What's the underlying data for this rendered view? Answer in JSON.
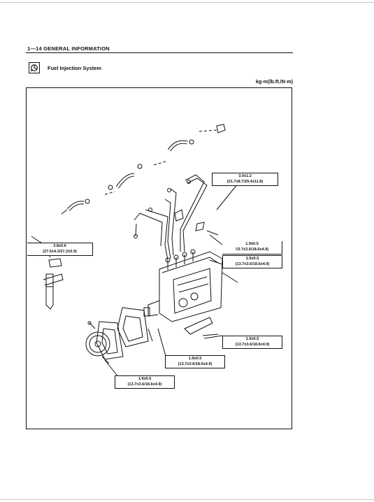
{
  "header": {
    "section_title": "1—14 GENERAL INFORMATION"
  },
  "section": {
    "icon": "wrench-icon",
    "heading": "Fuel Injection System",
    "units": "kg·m(lb.ft./N·m)"
  },
  "torque_specs": [
    {
      "value": "3.0±1.2",
      "converted": "(21.7±8.7/29.4±11.8)"
    },
    {
      "value": "3.8±0.6",
      "converted": "(27.5±4.3/37.2±5.9)"
    },
    {
      "value": "1.9±0.5",
      "converted": "!\\3.7±3.6/18.6±4.9)"
    },
    {
      "value": "1.9±0.5",
      "converted": "(13.7±3.6/18.6±4.9)"
    },
    {
      "value": "1.9±0.5",
      "converted": "(13.7±3.6/18.6±4.9)"
    },
    {
      "value": "1.9±0.5",
      "converted": "(13.7±3.6/18.6±4.9)"
    },
    {
      "value": "1.9±0.5",
      "converted": "(13.7±3.6/18.6±4.9)"
    }
  ]
}
